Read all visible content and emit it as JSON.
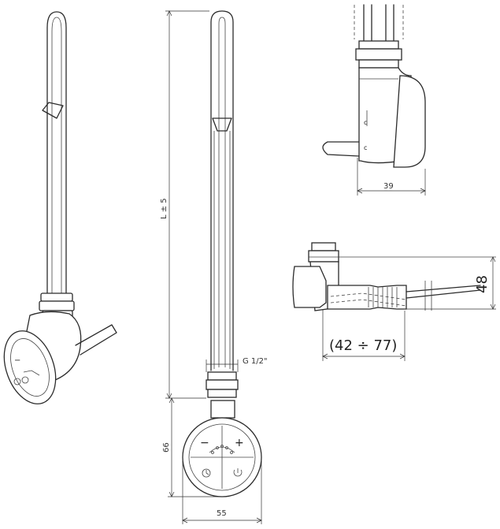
{
  "dimensions": {
    "length_label": "L ± 5",
    "thread_label": "G 1/2\"",
    "height_66": "66",
    "width_55": "55",
    "depth_39": "39",
    "height_48": "48",
    "range_label": "(42 ÷ 77)"
  },
  "controls": {
    "minus": "−",
    "plus": "+",
    "icons": [
      "clock-icon",
      "power-icon"
    ]
  },
  "colors": {
    "line": "#2b2b2b",
    "background": "#ffffff"
  }
}
